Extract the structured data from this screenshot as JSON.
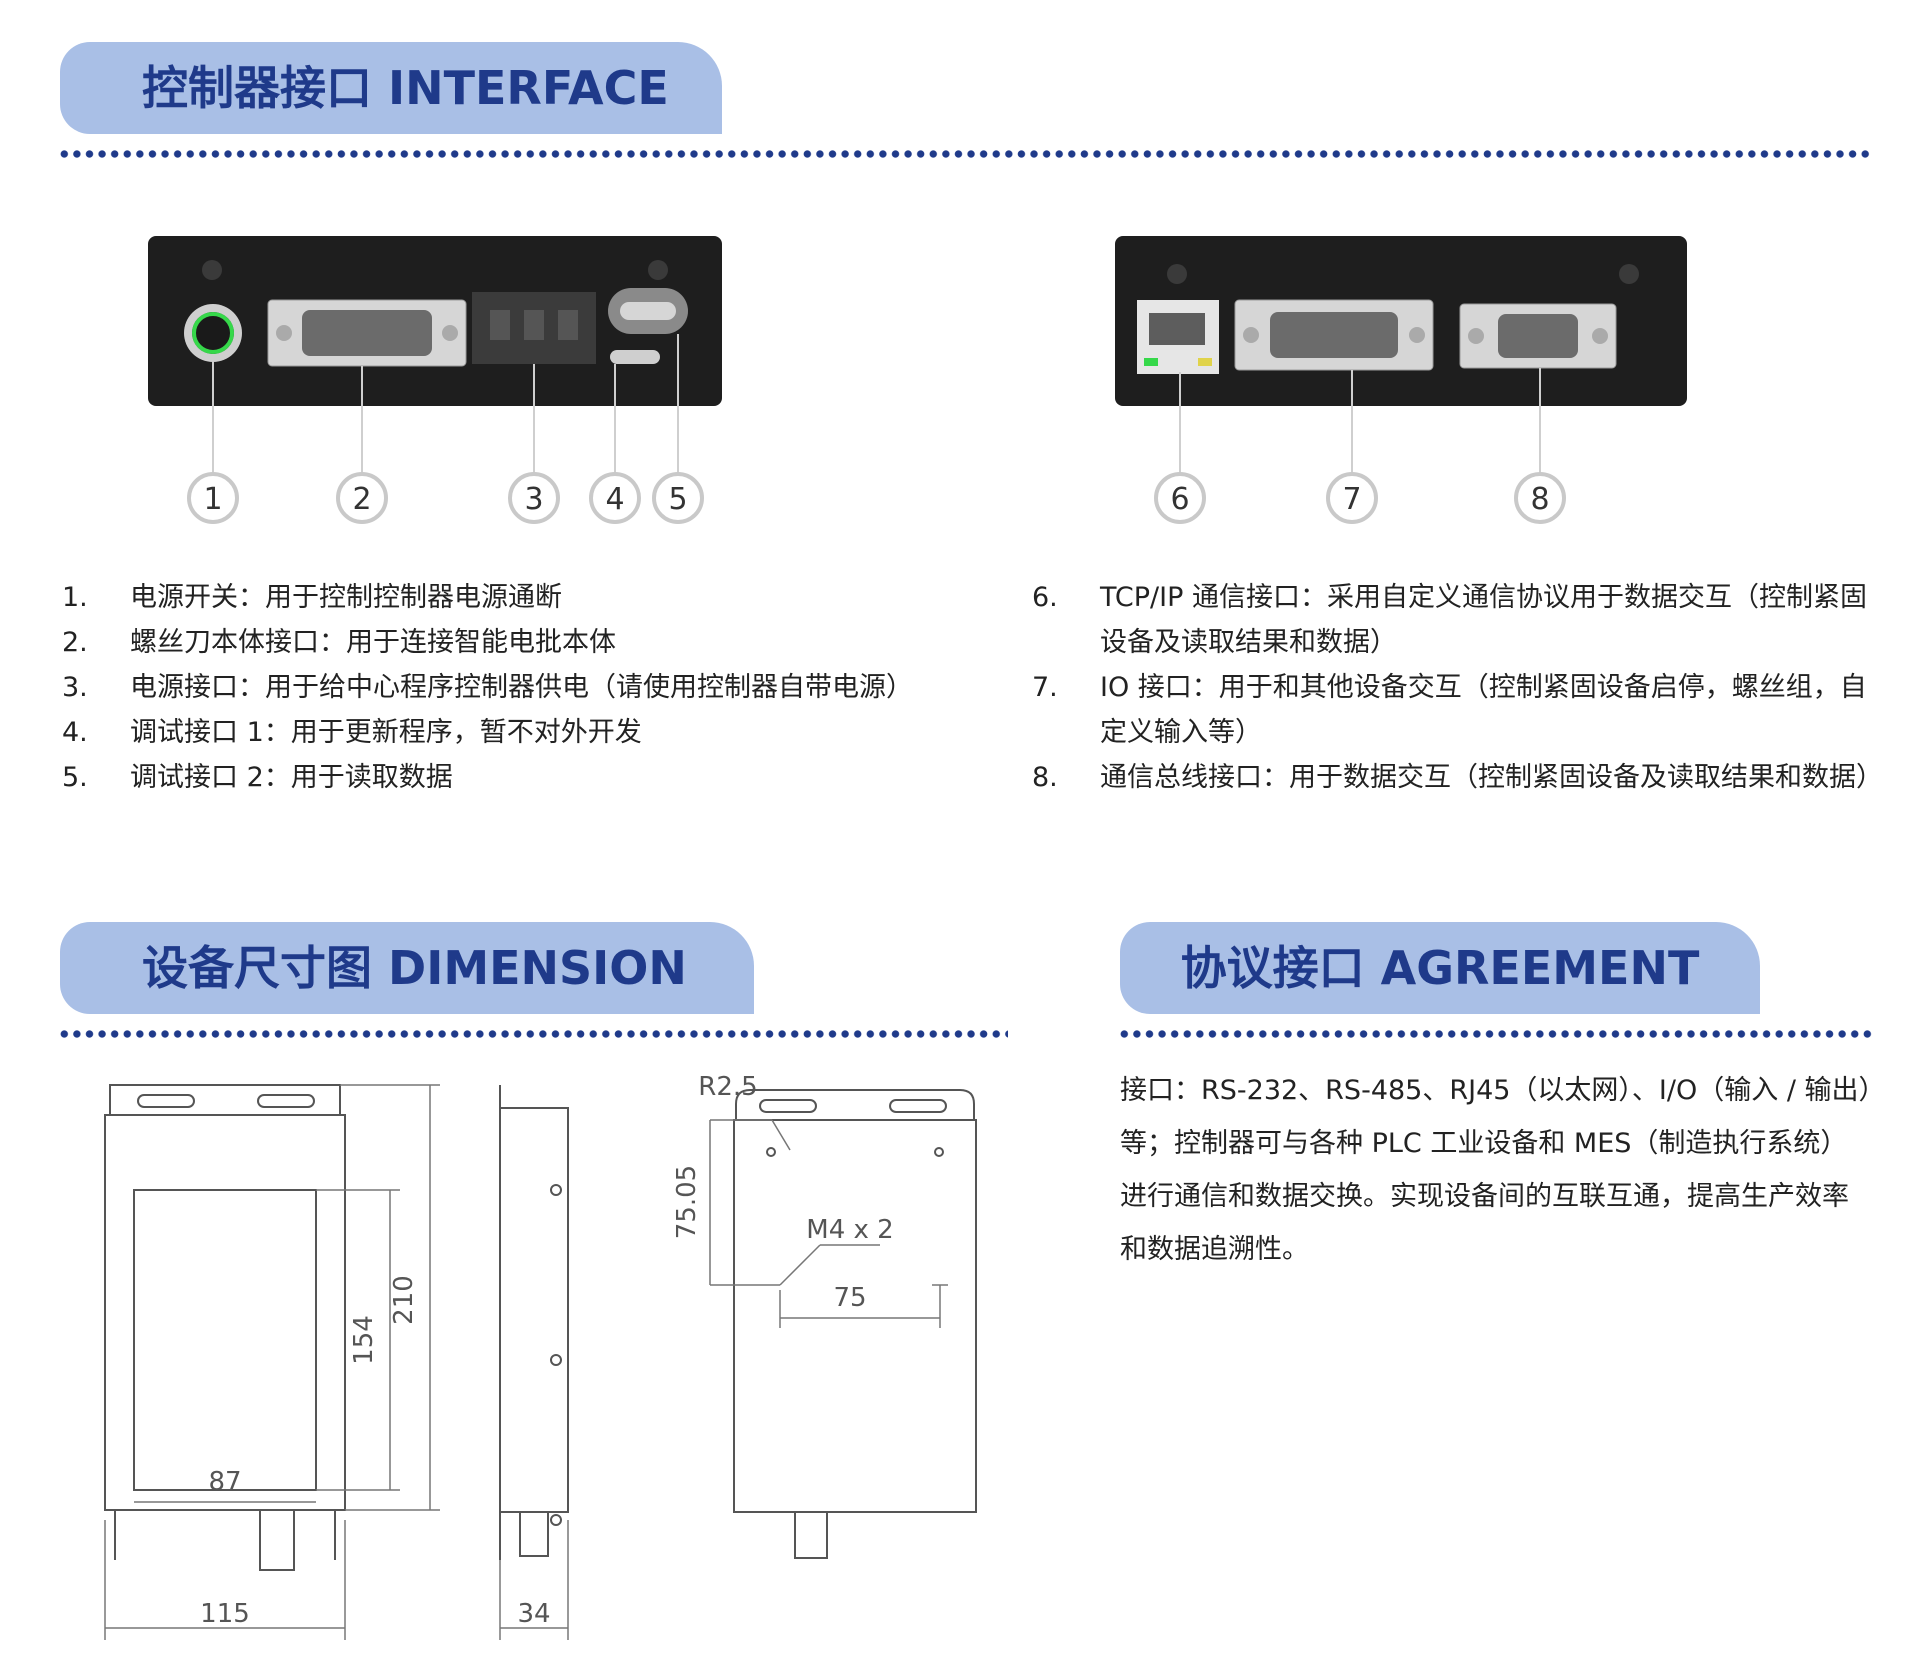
{
  "interface": {
    "title": "控制器接口 INTERFACE",
    "left_callouts": [
      "1",
      "2",
      "3",
      "4",
      "5"
    ],
    "right_callouts": [
      "6",
      "7",
      "8"
    ],
    "left_items": [
      {
        "num": "1.",
        "text": "电源开关：用于控制控制器电源通断"
      },
      {
        "num": "2.",
        "text": "螺丝刀本体接口：用于连接智能电批本体"
      },
      {
        "num": "3.",
        "text": "电源接口：用于给中心程序控制器供电（请使用控制器自带电源）"
      },
      {
        "num": "4.",
        "text": "调试接口 1：用于更新程序，暂不对外开发"
      },
      {
        "num": "5.",
        "text": "调试接口 2：用于读取数据"
      }
    ],
    "right_items": [
      {
        "num": "6.",
        "text": "TCP/IP 通信接口：采用自定义通信协议用于数据交互（控制紧固设备及读取结果和数据）"
      },
      {
        "num": "7.",
        "text": "IO 接口：用于和其他设备交互（控制紧固设备启停，螺丝组，自定义输入等）"
      },
      {
        "num": "8.",
        "text": "通信总线接口：用于数据交互（控制紧固设备及读取结果和数据）"
      }
    ]
  },
  "dimension": {
    "title": "设备尺寸图 DIMENSION",
    "labels": {
      "w87": "87",
      "w115": "115",
      "h154": "154",
      "h210": "210",
      "d34": "34",
      "r25": "R2.5",
      "v7505": "75.05",
      "m4": "M4 x 2",
      "h75": "75"
    }
  },
  "agreement": {
    "title": "协议接口 AGREEMENT",
    "text": "接口：RS-232、RS-485、RJ45（以太网）、I/O（输入 / 输出）等；控制器可与各种 PLC 工业设备和 MES（制造执行系统）进行通信和数据交换。实现设备间的互联互通，提高生产效率和数据追溯性。"
  },
  "colors": {
    "tab_bg": "#a9bfe6",
    "tab_text": "#1f3a8a",
    "dots": "#1f3a8a",
    "device": "#1e1e1e",
    "led": "#36d84a"
  }
}
